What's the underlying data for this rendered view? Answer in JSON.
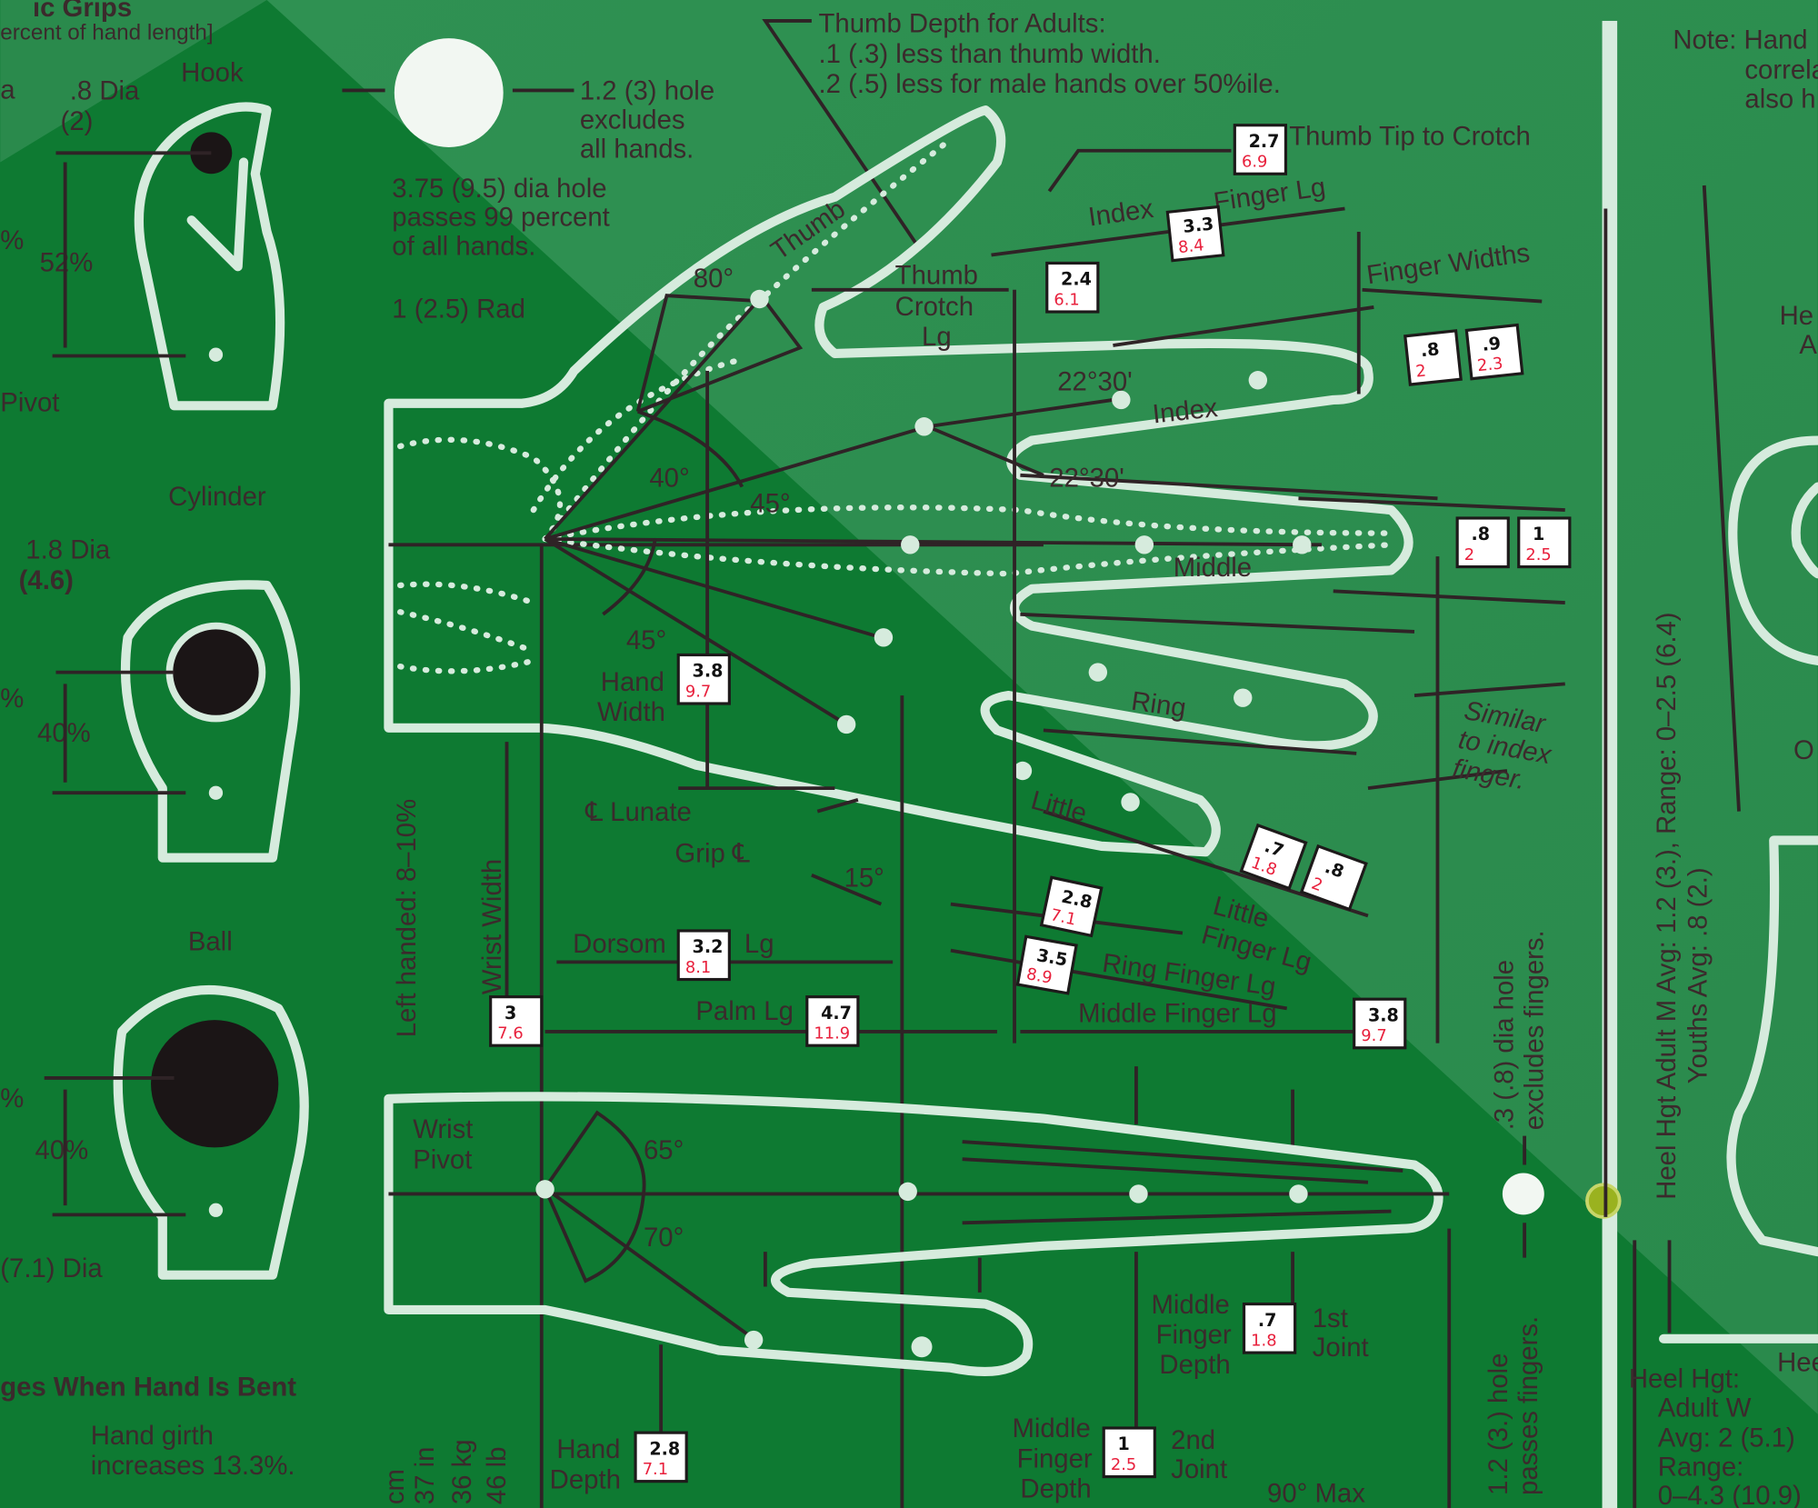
{
  "colors": {
    "board_light": "#2f9152",
    "board_dark": "#0e7a32",
    "outline": "#d6ebdd",
    "ink": "#3b2a2c",
    "cm_red": "#e8203c"
  },
  "grips": {
    "title": "ic Grips",
    "subtitle": "ercent of hand length]",
    "hook": {
      "label": "Hook",
      "dia": ".8 Dia",
      "dia_cm": "(2)",
      "pct": "52%"
    },
    "cylinder": {
      "label": "Cylinder",
      "dia": "1.8 Dia",
      "dia_cm": "(4.6)",
      "pct": "40%"
    },
    "ball": {
      "label": "Ball",
      "dia": "(7.1) Dia",
      "pct": "40%"
    },
    "left_fragments": [
      "a",
      "%",
      "Pivot",
      "%",
      "%"
    ],
    "bent_title": "ges When Hand Is Bent",
    "girth": [
      "Hand girth",
      "increases 13.3%."
    ],
    "units": [
      "cm",
      "37 in",
      "36 kg",
      "46 lb"
    ]
  },
  "holes": {
    "exclude": [
      "1.2 (3) hole",
      "excludes",
      "all hands."
    ],
    "pass": [
      "3.75 (9.5) dia hole",
      "passes 99 percent",
      "of all hands."
    ],
    "radius": "1 (2.5) Rad",
    "small_exclude": ".3 (.8) dia hole excludes fingers.",
    "small_pass": "1.2 (3.) hole passes fingers."
  },
  "thumb_depth": [
    "Thumb Depth for Adults:",
    ".1 (.3) less than thumb width.",
    ".2 (.5) less for male hands over 50%ile."
  ],
  "labels": {
    "thumb_tip": "Thumb Tip to Crotch",
    "index_lg_a": "Index",
    "index_lg_b": "Finger Lg",
    "finger_widths": "Finger Widths",
    "thumb": "Thumb",
    "thumb_crotch": [
      "Thumb",
      "Crotch",
      "Lg"
    ],
    "index": "Index",
    "middle": "Middle",
    "ring": "Ring",
    "little": "Little",
    "angle_80": "80°",
    "angle_40": "40°",
    "angle_45a": "45°",
    "angle_45b": "45°",
    "angle_22a": "22°30'",
    "angle_22b": "22°30'",
    "angle_15": "15°",
    "angle_65": "65°",
    "angle_70": "70°",
    "similar": [
      "Similar",
      "to index",
      "finger."
    ],
    "hand_width": [
      "Hand",
      "Width"
    ],
    "lunate": "℄ Lunate",
    "grip": "Grip ℄",
    "left_handed": "Left handed: 8–10%",
    "wrist_width": "Wrist Width",
    "dorsum": "Dorsom",
    "dorsum_lg": "Lg",
    "palm_lg": "Palm Lg",
    "little_lg": [
      "Little",
      "Finger Lg"
    ],
    "ring_lg": "Ring Finger Lg",
    "middle_lg": "Middle Finger Lg",
    "wrist_pivot": [
      "Wrist",
      "Pivot"
    ],
    "mf_depth1": [
      "Middle",
      "Finger",
      "Depth"
    ],
    "joint1": [
      "1st",
      "Joint"
    ],
    "mf_depth2": [
      "Middle",
      "Finger",
      "Depth"
    ],
    "joint2": [
      "2nd",
      "Joint"
    ],
    "hand_depth": [
      "Hand",
      "Depth"
    ],
    "max90": "90° Max"
  },
  "measures": [
    {
      "name": "thumb-tip-crotch",
      "in": "2.7",
      "cm": "6.9"
    },
    {
      "name": "index-finger-lg",
      "in": "3.3",
      "cm": "8.4"
    },
    {
      "name": "thumb-crotch-lg",
      "in": "2.4",
      "cm": "6.1"
    },
    {
      "name": "index-width-1",
      "in": ".8",
      "cm": "2"
    },
    {
      "name": "index-width-2",
      "in": ".9",
      "cm": "2.3"
    },
    {
      "name": "middle-width-1",
      "in": ".8",
      "cm": "2"
    },
    {
      "name": "middle-width-2",
      "in": "1",
      "cm": "2.5"
    },
    {
      "name": "hand-width",
      "in": "3.8",
      "cm": "9.7"
    },
    {
      "name": "little-width-1",
      "in": ".7",
      "cm": "1.8"
    },
    {
      "name": "little-width-2",
      "in": ".8",
      "cm": "2"
    },
    {
      "name": "little-finger-lg",
      "in": "2.8",
      "cm": "7.1"
    },
    {
      "name": "ring-finger-lg",
      "in": "3.5",
      "cm": "8.9"
    },
    {
      "name": "dorsum-lg",
      "in": "3.2",
      "cm": "8.1"
    },
    {
      "name": "wrist-width",
      "in": "3",
      "cm": "7.6"
    },
    {
      "name": "palm-lg",
      "in": "4.7",
      "cm": "11.9"
    },
    {
      "name": "middle-finger-lg",
      "in": "3.8",
      "cm": "9.7"
    },
    {
      "name": "first-joint-depth",
      "in": ".7",
      "cm": "1.8"
    },
    {
      "name": "second-joint-depth",
      "in": "1",
      "cm": "2.5"
    },
    {
      "name": "hand-depth",
      "in": "2.8",
      "cm": "7.1"
    }
  ],
  "right_panel": {
    "note": [
      "Note: Hand",
      "correla",
      "also h"
    ],
    "heel_frag": [
      "He",
      "A"
    ],
    "o_frag": "O",
    "heel_avg": "Heel Hgt Adult M Avg: 1.2 (3.), Range: 0–2.5 (6.4)",
    "youth_avg": "Youths Avg: .8 (2.)",
    "heel_w": [
      "Heel Hgt:",
      "Adult W",
      "Avg: 2 (5.1)",
      "Range:",
      "0–4.3 (10.9)"
    ],
    "hee": "Hee"
  }
}
